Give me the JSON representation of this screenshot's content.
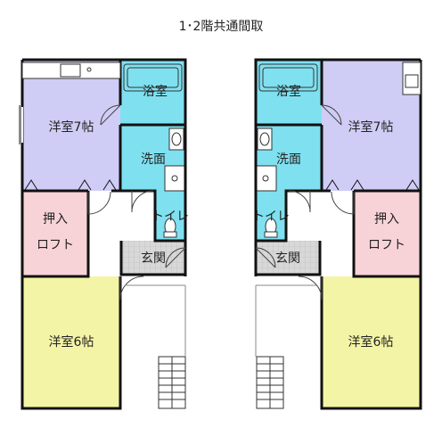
{
  "title": "1･2階共通間取",
  "colors": {
    "western_room_upper": "#cfcdf5",
    "western_room_lower": "#f4f4a6",
    "bath": "#7fe0f0",
    "closet": "#f7d3d8",
    "entrance": "#d8d8d8",
    "wall": "#111111"
  },
  "units": [
    {
      "side": "left",
      "rooms": {
        "western_7": "洋室7帖",
        "bath": "浴室",
        "washroom": "洗面",
        "toilet": "トイレ",
        "closet_line1": "押入",
        "closet_line2": "ロフト",
        "entrance": "玄関",
        "western_6": "洋室6帖"
      }
    },
    {
      "side": "right",
      "rooms": {
        "western_7": "洋室7帖",
        "bath": "浴室",
        "washroom": "洗面",
        "toilet": "トイレ",
        "closet_line1": "押入",
        "closet_line2": "ロフト",
        "entrance": "玄関",
        "western_6": "洋室6帖"
      }
    }
  ],
  "icons": [
    "kitchen-sink-icon",
    "bathtub-icon",
    "wash-basin-icon",
    "washing-machine-icon",
    "toilet-icon",
    "stairs-icon",
    "door-swing-icon"
  ]
}
